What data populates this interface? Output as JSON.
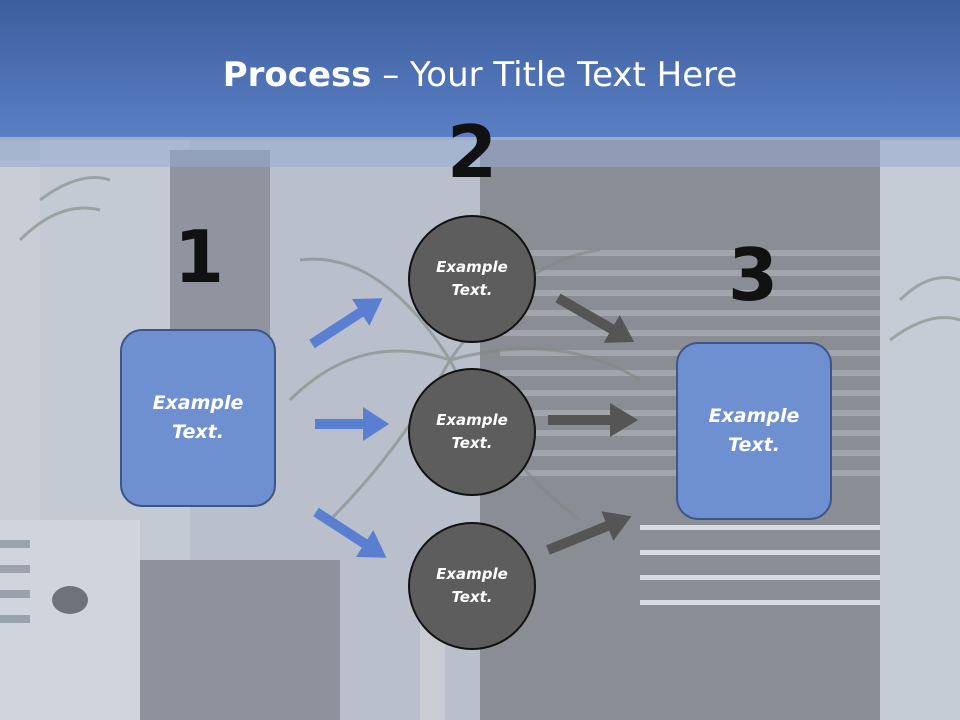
{
  "slide": {
    "title_bold": "Process",
    "title_rest": " – Your Title Text Here"
  },
  "steps": [
    {
      "number": "1",
      "items": [
        "Example\nText."
      ]
    },
    {
      "number": "2",
      "items": [
        "Example\nText.",
        "Example\nText.",
        "Example\nText."
      ]
    },
    {
      "number": "3",
      "items": [
        "Example\nText."
      ]
    }
  ],
  "colors": {
    "header": "#4f72b6",
    "box_fill": "#6e8fd0",
    "circle_fill": "#5d5d5d",
    "arrow_blue": "#5b7fd0",
    "arrow_gray": "#555555"
  }
}
